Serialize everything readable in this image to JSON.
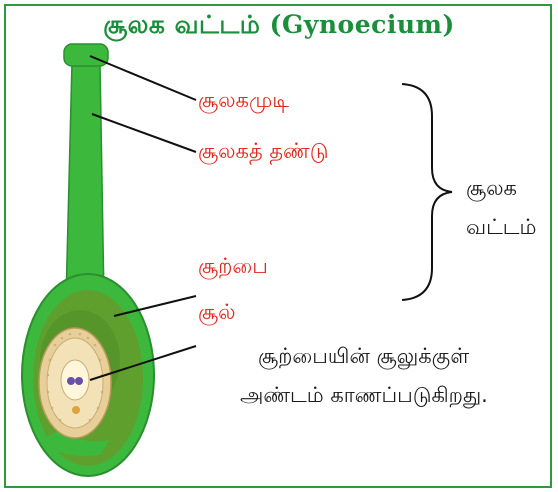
{
  "title": "சூலக வட்டம் (Gynoecium)",
  "labels": {
    "stigma": "சூலகமுடி",
    "style": "சூலகத் தண்டு",
    "ovary": "சூற்பை",
    "ovule": "சூல்",
    "gynoecium_line1": "சூலக",
    "gynoecium_line2": "வட்டம்",
    "caption_line1": "சூற்பையின் சூலுக்குள்",
    "caption_line2": "அண்டம் காணப்படுகிறது."
  },
  "colors": {
    "border": "#2e9a3a",
    "title": "#1a8e3a",
    "label_red": "#e0261f",
    "pistil_green": "#3cb83c",
    "pistil_dark": "#2a8f30",
    "ovary_inner": "#5a9a2c",
    "ovule_tan": "#e8cf9a"
  }
}
